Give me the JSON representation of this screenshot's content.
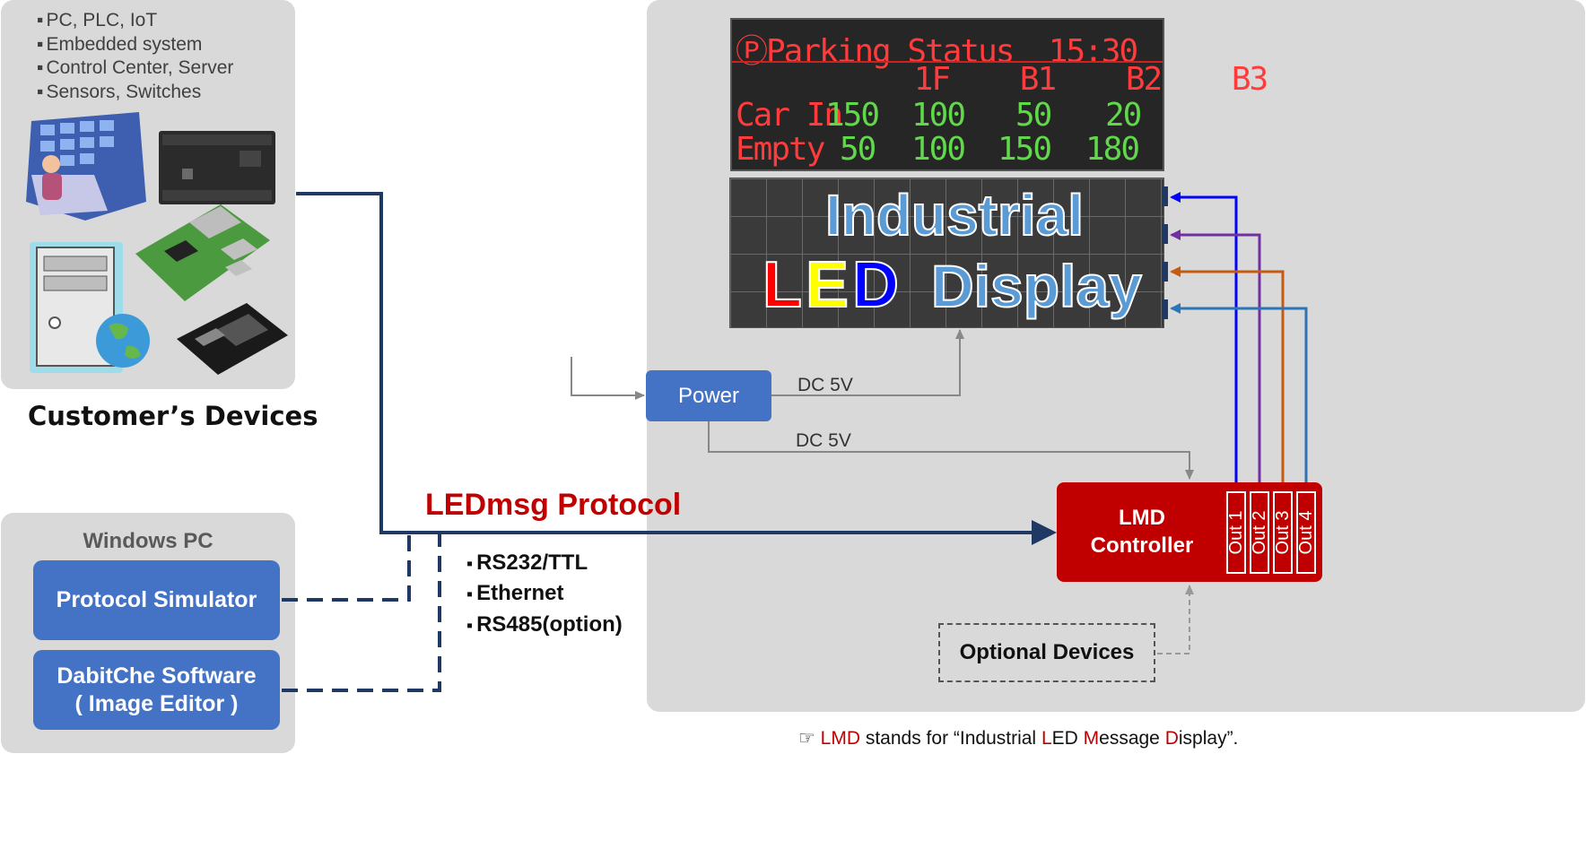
{
  "customer_panel": {
    "bullets": [
      "PC, PLC, IoT",
      "Embedded system",
      "Control Center, Server",
      "Sensors, Switches"
    ],
    "caption": "Customer’s Devices"
  },
  "windows_panel": {
    "title": "Windows PC",
    "protocol_simulator": "Protocol Simulator",
    "dabitche_line1": "DabitChe Software",
    "dabitche_line2": "( Image Editor )"
  },
  "protocol": {
    "title": "LEDmsg Protocol",
    "interfaces": [
      "RS232/TTL",
      "Ethernet",
      "RS485(option)"
    ]
  },
  "sign": {
    "row1": "ⓅParking Status  15:30",
    "row2": "          1F    B1    B2    B3",
    "row3_label": "Car In",
    "row3_values": [
      "150",
      "100",
      "50",
      "20"
    ],
    "row4_label": "Empty",
    "row4_values": [
      "50",
      "100",
      "150",
      "180"
    ]
  },
  "led_panel": {
    "line1": "Industrial",
    "line2_l": "L",
    "line2_e": "E",
    "line2_d": "D",
    "line2_rest": "Display"
  },
  "power": {
    "label": "Power",
    "dc_top": "DC 5V",
    "dc_bottom": "DC 5V"
  },
  "controller": {
    "line1": "LMD",
    "line2": "Controller",
    "outputs": [
      "Out 1",
      "Out 2",
      "Out 3",
      "Out 4"
    ]
  },
  "optional_devices": "Optional Devices",
  "footnote": {
    "symbol": "☞",
    "lmd": "LMD",
    "t1": " stands for “Industrial ",
    "l": "L",
    "t2": "ED ",
    "m": "M",
    "t3": "essage ",
    "d": "D",
    "t4": "isplay”."
  },
  "colors": {
    "panel_gray": "#d9d9d9",
    "button_blue": "#4472c4",
    "controller_red": "#c00000",
    "navy_line": "#1f3864",
    "out1": "#0000ff",
    "out2": "#7030a0",
    "out3": "#c55a11",
    "out4": "#2e75b6"
  }
}
